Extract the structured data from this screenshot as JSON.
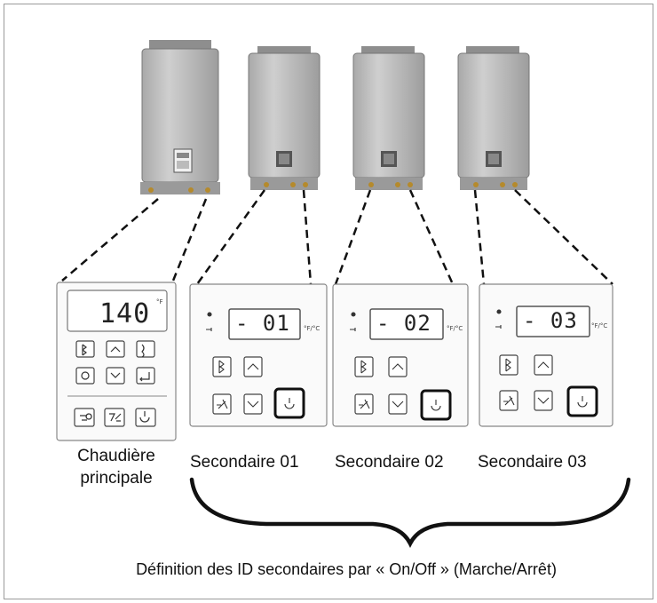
{
  "main_controller": {
    "display_value": "140",
    "display_unit": "°F",
    "label_line1": "Chaudière",
    "label_line2": "principale"
  },
  "secondaries": [
    {
      "id_display": "- 01",
      "unit": "°F/°C",
      "label": "Secondaire 01"
    },
    {
      "id_display": "- 02",
      "unit": "°F/°C",
      "label": "Secondaire 02"
    },
    {
      "id_display": "- 03",
      "unit": "°F/°C",
      "label": "Secondaire 03"
    }
  ],
  "caption": "Définition des ID secondaires par « On/Off » (Marche/Arrêt)",
  "colors": {
    "heater_body": "#b9b9b9",
    "heater_front": "#d6d6d6",
    "power_button_border": "#111111"
  },
  "icons": [
    "bluetooth-icon",
    "up-arrow-icon",
    "down-arrow-icon",
    "power-icon",
    "recirculation-icon",
    "settings-icon",
    "enter-icon"
  ]
}
